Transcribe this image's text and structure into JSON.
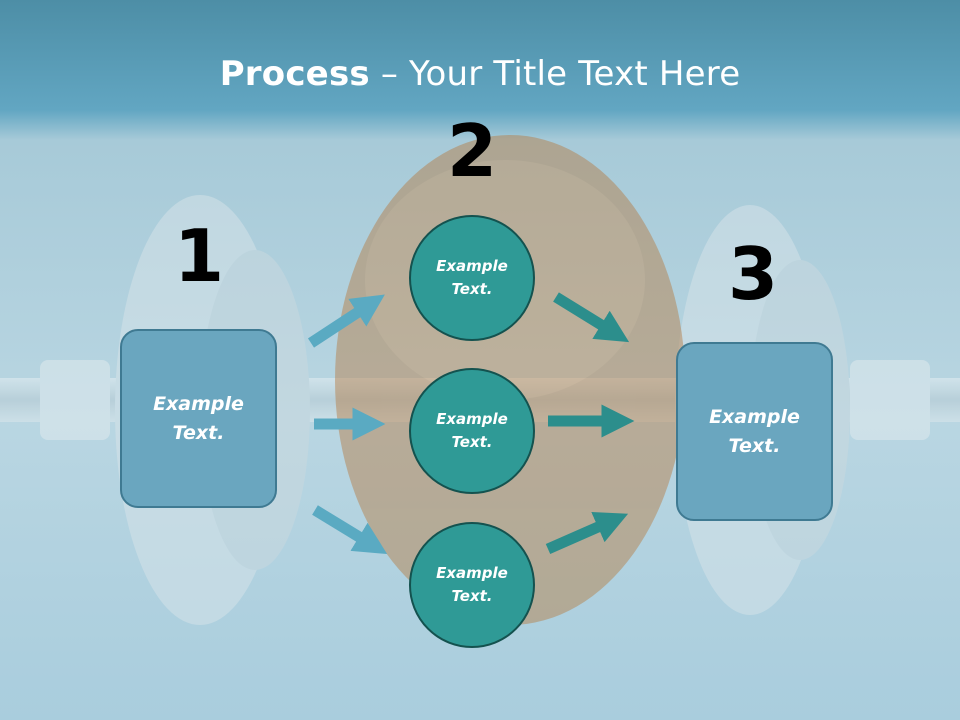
{
  "title": {
    "bold": "Process",
    "rest": " – Your Title Text Here"
  },
  "numbers": {
    "one": "1",
    "two": "2",
    "three": "3"
  },
  "left_box": {
    "line1": "Example",
    "line2": "Text."
  },
  "right_box": {
    "line1": "Example",
    "line2": "Text."
  },
  "circles": [
    {
      "line1": "Example",
      "line2": "Text."
    },
    {
      "line1": "Example",
      "line2": "Text."
    },
    {
      "line1": "Example",
      "line2": "Text."
    }
  ],
  "colors": {
    "box_fill": "#6aa6bf",
    "circle_fill": "#2f9a96",
    "arrow_light": "#5aaac2",
    "arrow_dark": "#2c8e8c"
  }
}
